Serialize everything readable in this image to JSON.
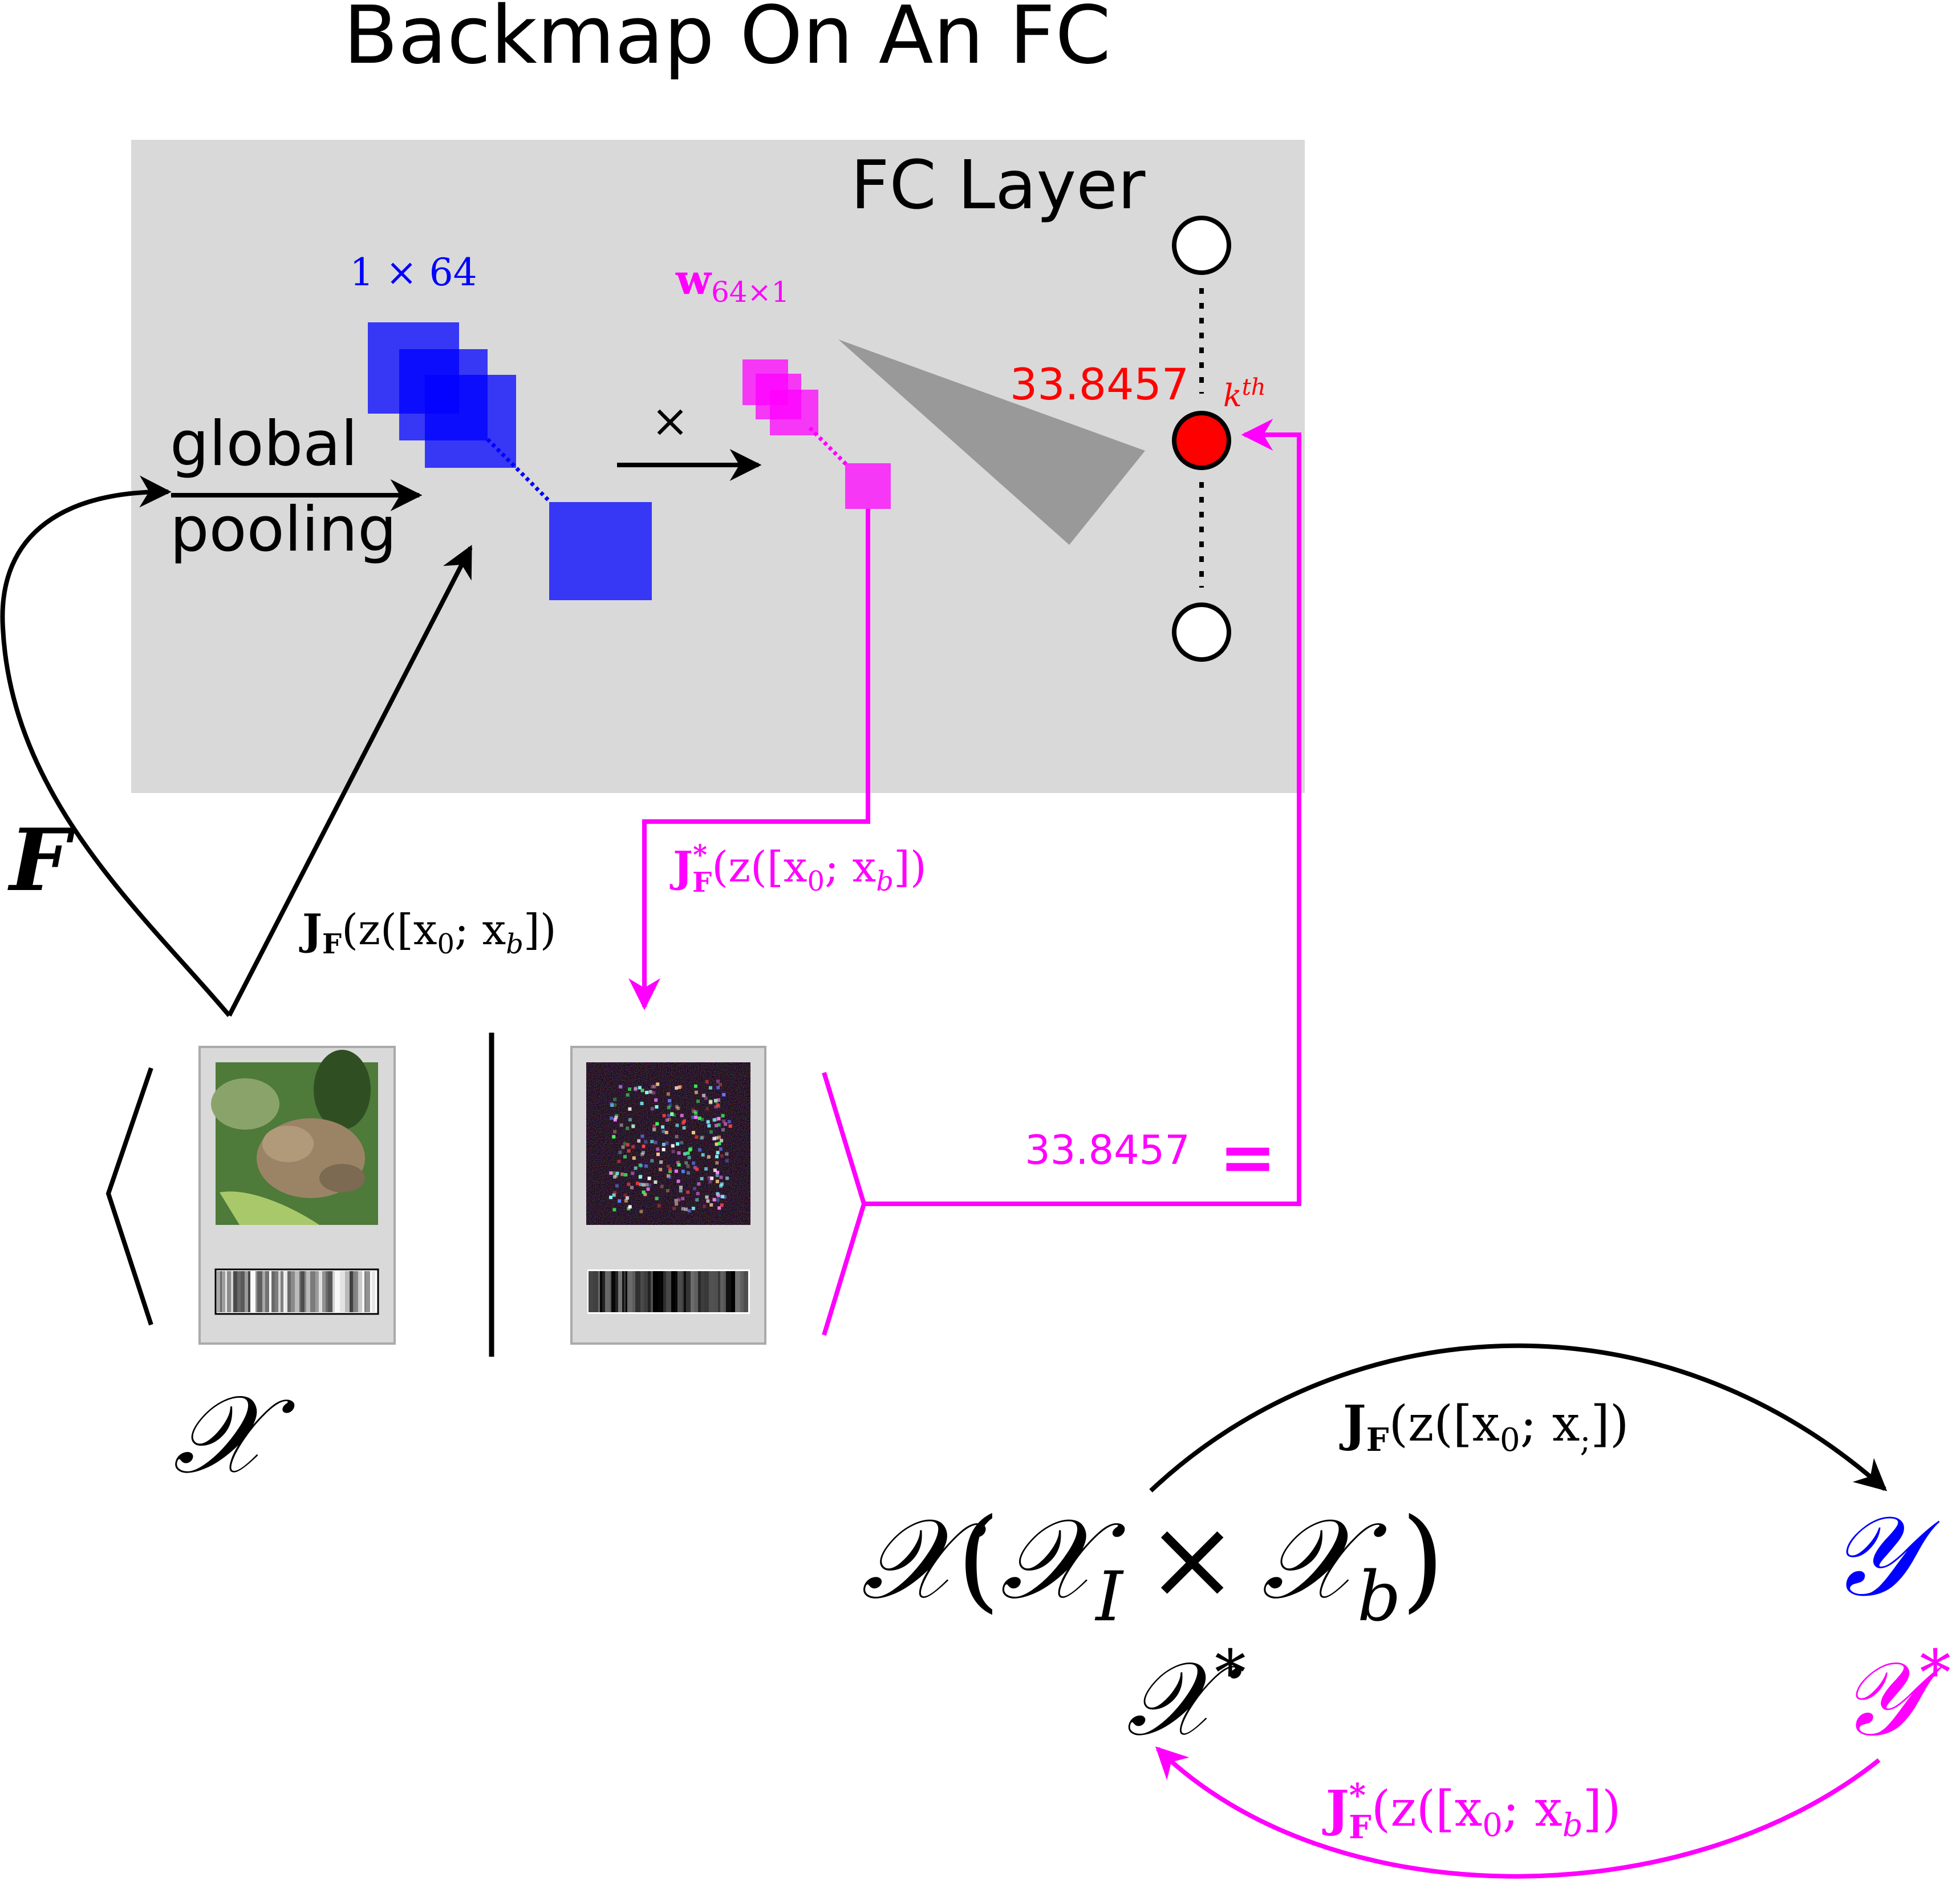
{
  "title": "Backmap On An FC",
  "fc_layer": {
    "label": "FC Layer"
  },
  "pooling": {
    "label_top": "global",
    "label_bottom": "pooling"
  },
  "feature_vector": {
    "label": "1 × 64"
  },
  "weight_vector": {
    "label_main": "w",
    "label_sub": "64×1"
  },
  "multiply_symbol": "×",
  "output_neuron": {
    "value": "33.8457",
    "index_base": "k",
    "index_sup": "th"
  },
  "equals": {
    "value": "33.8457",
    "symbol": "="
  },
  "F_label": "F",
  "jacobian_forward": {
    "J": "J",
    "sub": "F",
    "arg": "(z([x",
    "arg_sub0": "0",
    "arg_mid": "; x",
    "arg_subb": "b",
    "arg_end": "])"
  },
  "jacobian_adjoint": {
    "J": "J",
    "sup": "*",
    "sub": "F",
    "arg": "(z([x",
    "arg_sub0": "0",
    "arg_mid": "; x",
    "arg_subb": "b",
    "arg_end": "])"
  },
  "input_space": {
    "symbol": "𝒳"
  },
  "bottom": {
    "forward_arrow_label": {
      "J": "J",
      "sub": "F",
      "arg": "(z([x",
      "arg_sub0": "0",
      "arg_mid": "; x",
      "arg_subb": ";",
      "arg_end": "])"
    },
    "domain": {
      "X": "𝒳",
      "open": "(",
      "XI": "𝒳",
      "I": "I",
      "times": "×",
      "Xb": "𝒳",
      "b": "b",
      "close": ")"
    },
    "codomain": "𝒴",
    "dual_domain": {
      "X": "𝒳",
      "star": "*"
    },
    "dual_codomain": {
      "Y": "𝒴",
      "star": "*"
    },
    "adjoint_arrow_label": {
      "J": "J",
      "sup": "*",
      "sub": "F",
      "arg": "(z([x",
      "arg_sub0": "0",
      "arg_mid": "; x",
      "arg_subb": "b",
      "arg_end": "])"
    }
  },
  "colors": {
    "blue": "#0000ff",
    "magenta": "#ff00ff",
    "red": "#ff0000",
    "gray_panel": "#d9d9d9",
    "black": "#000000"
  }
}
